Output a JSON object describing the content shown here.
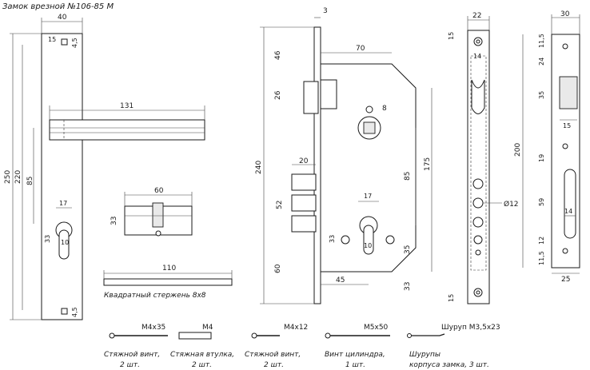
{
  "title": "Замок врезной №106-85 М",
  "plate": {
    "width": "40",
    "height_total": "250",
    "height_mid": "220",
    "backset": "85",
    "cyl_height": "33",
    "hole_d": "4,5",
    "hole_d_bottom": "4,5",
    "top_offset": "15",
    "cyl_width": "17",
    "cyl_d": "10"
  },
  "handle": {
    "length": "131"
  },
  "cylinder": {
    "length": "60",
    "height": "33"
  },
  "spindle": {
    "length": "110",
    "caption": "Квадратный стержень 8х8"
  },
  "lock": {
    "faceplate_thickness": "3",
    "top": "46",
    "body_width": "70",
    "latch_height": "26",
    "square": "8",
    "height": "240",
    "bolt_width": "20",
    "bolt_height": "52",
    "center_distance": "85",
    "body_height": "175",
    "cyl_width": "17",
    "cyl_hole": "33",
    "cyl_d": "10",
    "bottom_offset": "35",
    "bottom": "60",
    "backset": "45",
    "bottom_end": "33"
  },
  "faceplate": {
    "width": "22",
    "top": "15",
    "inner": "14",
    "hole_d": "Ø12",
    "bottom": "15"
  },
  "striker": {
    "width": "30",
    "top1": "11,5",
    "top2": "24",
    "h1": "35",
    "w1": "15",
    "height": "200",
    "h2": "19",
    "h3": "59",
    "w2": "14",
    "h4": "12",
    "bottom": "11,5",
    "base": "25"
  },
  "fasteners": [
    {
      "spec": "М4х35",
      "caption_1": "Стяжной винт,",
      "caption_2": "2 шт."
    },
    {
      "spec": "М4",
      "caption_1": "Стяжная втулка,",
      "caption_2": "2 шт."
    },
    {
      "spec": "М4х12",
      "caption_1": "Стяжной винт,",
      "caption_2": "2 шт."
    },
    {
      "spec": "М5х50",
      "caption_1": "Винт цилиндра,",
      "caption_2": "1 шт."
    },
    {
      "spec": "Шуруп М3,5х23",
      "caption_1": "Шурупы",
      "caption_2": "корпуса замка, 3 шт."
    }
  ]
}
